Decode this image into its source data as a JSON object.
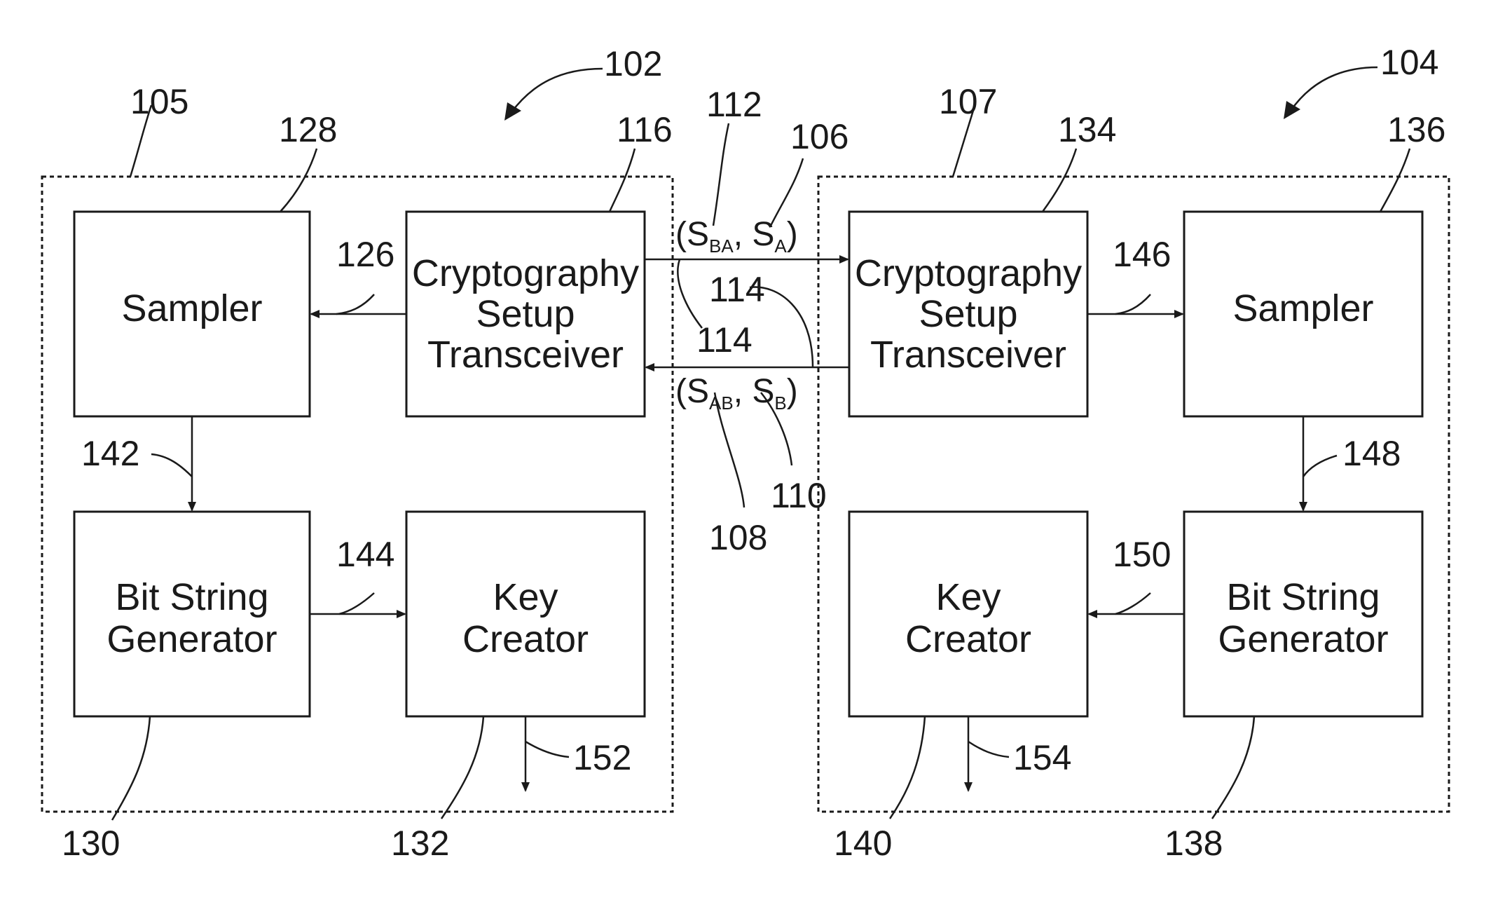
{
  "figure": {
    "refs": {
      "r102": "102",
      "r104": "104",
      "r105": "105",
      "r107": "107",
      "r106": "106",
      "r108": "108",
      "r110": "110",
      "r112": "112",
      "r114a": "114",
      "r114b": "114",
      "r116": "116",
      "r126": "126",
      "r128": "128",
      "r130": "130",
      "r132": "132",
      "r134": "134",
      "r136": "136",
      "r138": "138",
      "r140": "140",
      "r142": "142",
      "r144": "144",
      "r146": "146",
      "r148": "148",
      "r150": "150",
      "r152": "152",
      "r154": "154"
    },
    "left": {
      "sampler": "Sampler",
      "cst_line1": "Cryptography",
      "cst_line2": "Setup",
      "cst_line3": "Transceiver",
      "bsg_line1": "Bit String",
      "bsg_line2": "Generator",
      "kc_line1": "Key",
      "kc_line2": "Creator"
    },
    "right": {
      "sampler": "Sampler",
      "cst_line1": "Cryptography",
      "cst_line2": "Setup",
      "cst_line3": "Transceiver",
      "bsg_line1": "Bit String",
      "bsg_line2": "Generator",
      "kc_line1": "Key",
      "kc_line2": "Creator"
    },
    "signals": {
      "top_open": "(S",
      "top_sub1": "BA",
      "top_mid": ", S",
      "top_sub2": "A",
      "top_close": ")",
      "bot_open": "(S",
      "bot_sub1": "AB",
      "bot_mid": ", S",
      "bot_sub2": "B",
      "bot_close": ")"
    }
  }
}
